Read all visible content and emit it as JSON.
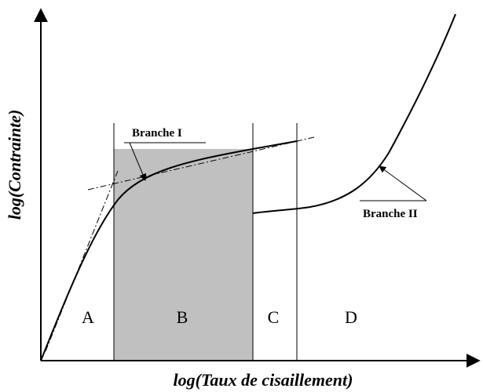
{
  "axes": {
    "x_label": "log(Taux de cisaillement)",
    "y_label": "log(Contrainte)"
  },
  "branches": [
    {
      "label": "Branche I"
    },
    {
      "label": "Branche II"
    }
  ],
  "regions": [
    {
      "label": "A"
    },
    {
      "label": "B",
      "shaded": true
    },
    {
      "label": "C"
    },
    {
      "label": "D"
    }
  ],
  "colors": {
    "shaded_region": "#c0c0c0",
    "lines": "#000000",
    "background": "#ffffff"
  }
}
